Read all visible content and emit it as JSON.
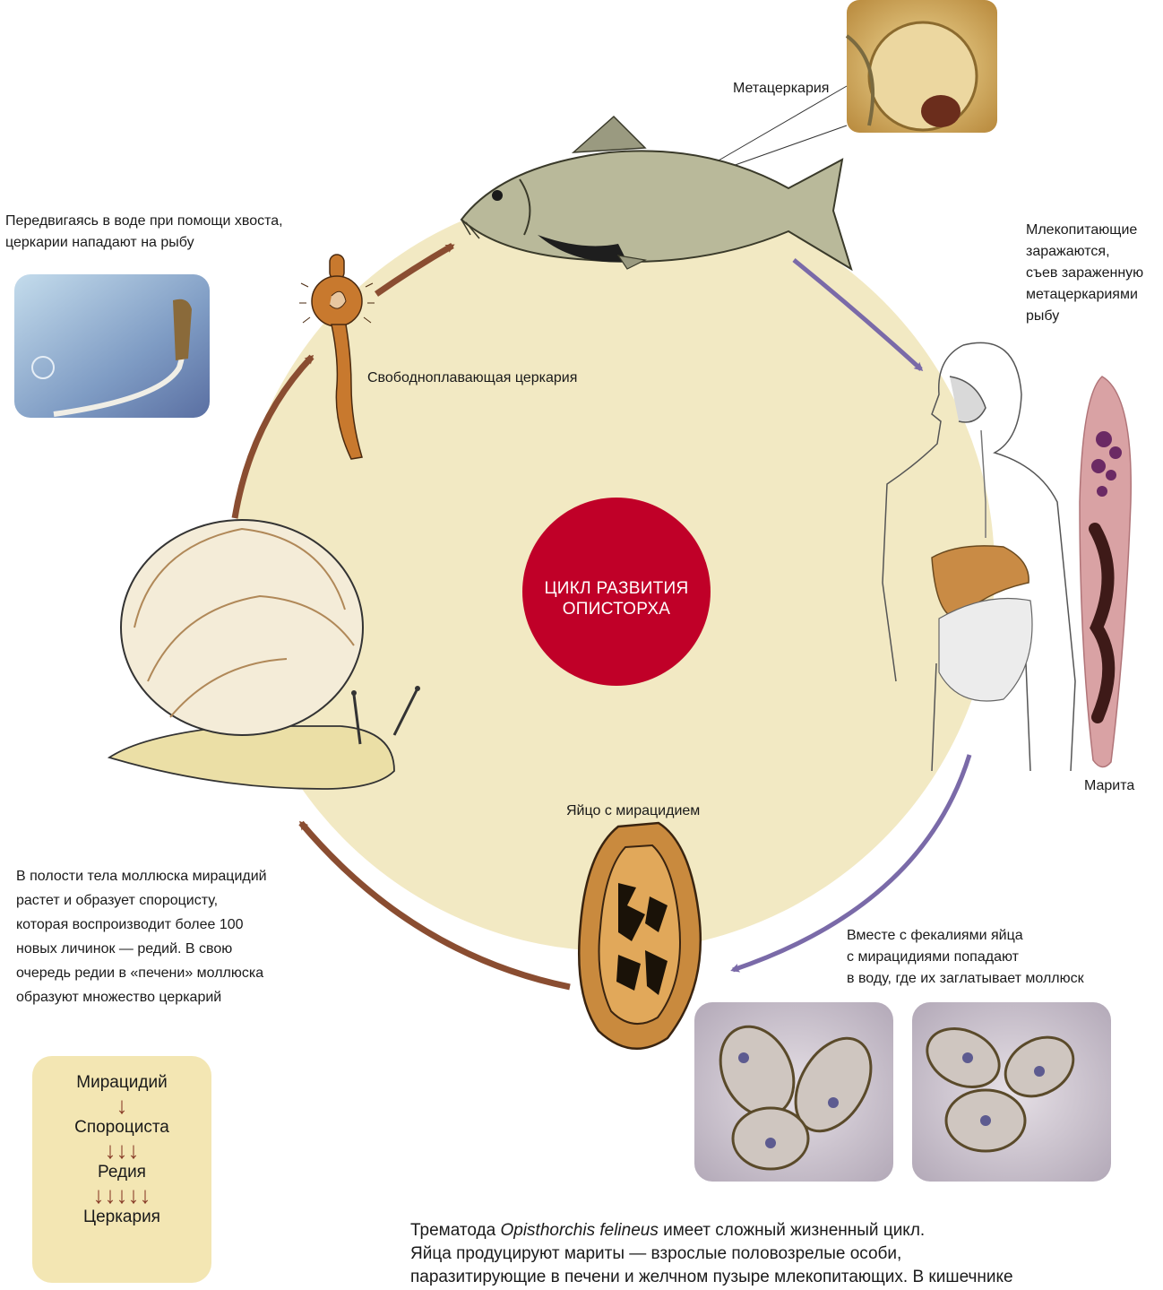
{
  "center": {
    "line1": "ЦИКЛ РАЗВИТИЯ",
    "line2": "ОПИСТОРХА"
  },
  "labels": {
    "metacercaria": "Метацеркария",
    "cercaria_swim_1": "Передвигаясь в воде при помощи хвоста,",
    "cercaria_swim_2": "церкарии нападают на рыбу",
    "free_cercaria": "Свободноплавающая церкария",
    "mammals_1": "Млекопитающие",
    "mammals_2": "заражаются,",
    "mammals_3": "съев зараженную",
    "mammals_4": "метацеркариями",
    "mammals_5": "рыбу",
    "marita": "Марита",
    "egg": "Яйцо с мирацидием",
    "feces_1": "Вместе с фекалиями яйца",
    "feces_2": "с мирацидиями попадают",
    "feces_3": "в воду, где их заглатывает моллюск",
    "snail_1": "В полости тела моллюска мирацидий",
    "snail_2": "растет и образует спороцисту,",
    "snail_3": "которая воспроизводит более 100",
    "snail_4": "новых личинок — редий. В свою",
    "snail_5": "очередь редии в «печени» моллюска",
    "snail_6": "образуют множество церкарий"
  },
  "stages": {
    "s1": "Мирацидий",
    "a1": "↓",
    "s2": "Спороциста",
    "a2": "↓↓↓",
    "s3": "Редия",
    "a3": "↓↓↓↓↓",
    "s4": "Церкария"
  },
  "caption": {
    "l1_pre": "Трематода ",
    "l1_species": "Opisthorchis felineus",
    "l1_post": " имеет сложный жизненный цикл.",
    "l2": "Яйца продуцируют мариты — взрослые половозрелые особи,",
    "l3": "паразитирующие в печени и желчном пузыре млекопитающих. В кишечнике"
  },
  "colors": {
    "disc": "#f2e9c3",
    "center": "#c00028",
    "arrow_brown": "#8a4d31",
    "arrow_purple": "#7a6aa8",
    "stage_box": "#f3e6b3"
  }
}
